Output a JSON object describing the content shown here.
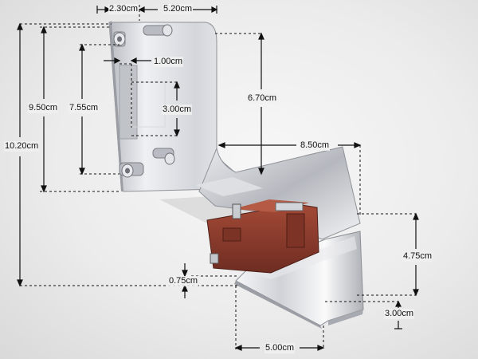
{
  "dimensions": {
    "top_left_width": "2.30cm",
    "top_right_width": "5.20cm",
    "slot_offset": "1.00cm",
    "total_height": "10.20cm",
    "upper_plate_height": "9.50cm",
    "hole_spacing": "7.55cm",
    "slot_height": "3.00cm",
    "vertical_drop": "6.70cm",
    "arm_length": "8.50cm",
    "switch_height": "4.75cm",
    "base_offset": "0.75cm",
    "lip_height": "3.00cm",
    "base_width": "5.00cm"
  },
  "colors": {
    "metal_light": "#f2f2f4",
    "metal_mid": "#c9ccd1",
    "metal_dark": "#8d9096",
    "switch_body": "#8a3b2c",
    "dimension_line": "#111111"
  }
}
